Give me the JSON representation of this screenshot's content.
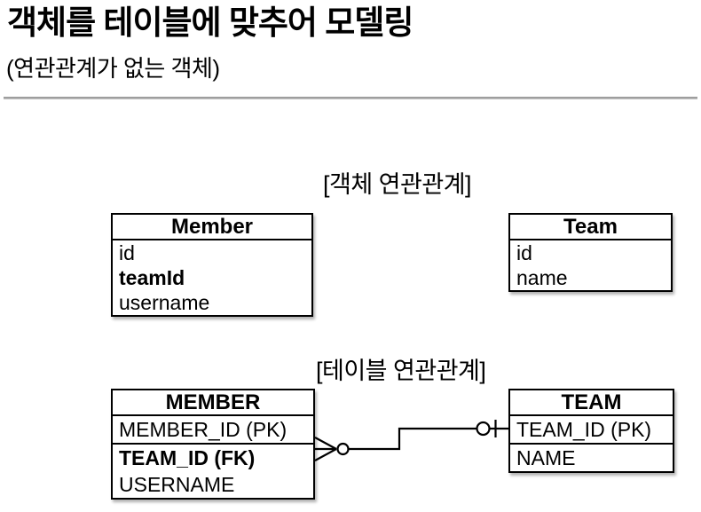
{
  "header": {
    "title": "객체를 테이블에 맞추어 모델링",
    "subtitle": "(연관관계가 없는 객체)"
  },
  "object_diagram": {
    "label": "[객체 연관관계]",
    "member": {
      "name": "Member",
      "fields": [
        "id",
        "teamId",
        "username"
      ]
    },
    "team": {
      "name": "Team",
      "fields": [
        "id",
        "name"
      ]
    }
  },
  "table_diagram": {
    "label": "[테이블 연관관계]",
    "member": {
      "name": "MEMBER",
      "pk": "MEMBER_ID (PK)",
      "fields": [
        "TEAM_ID (FK)",
        "USERNAME"
      ]
    },
    "team": {
      "name": "TEAM",
      "pk": "TEAM_ID (PK)",
      "fields": [
        "NAME"
      ]
    },
    "relationship": {
      "member_end": "zero-or-many",
      "team_end": "zero-or-one"
    }
  },
  "colors": {
    "background": "#ffffff",
    "text": "#000000",
    "box_border": "#000000",
    "divider": "#999999"
  }
}
